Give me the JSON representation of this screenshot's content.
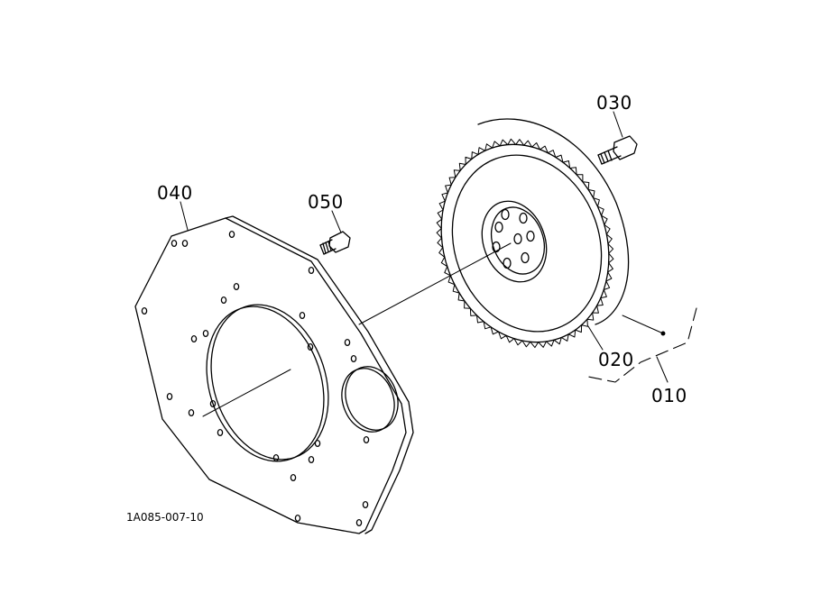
{
  "colors": {
    "line": "#000000",
    "background": "#ffffff"
  },
  "drawing_number": "1A085-007-10",
  "parts": {
    "assembly": {
      "ref": "010"
    },
    "flywheel": {
      "ref": "020"
    },
    "flywheel_bolt": {
      "ref": "030"
    },
    "flywheel_housing_plate": {
      "ref": "040"
    },
    "plate_bolt": {
      "ref": "050"
    }
  }
}
